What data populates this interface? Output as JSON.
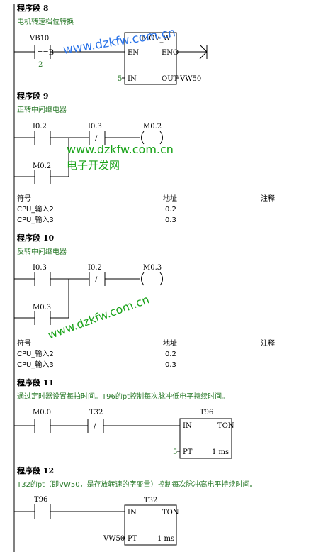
{
  "segments": {
    "s8": {
      "title": "程序段 8",
      "comment": "电机转速档位转换"
    },
    "s9": {
      "title": "程序段 9",
      "comment": "正转中间继电器"
    },
    "s10": {
      "title": "程序段 10",
      "comment": "反转中间继电器"
    },
    "s11": {
      "title": "程序段 11",
      "comment": "通过定时器设置每拍时间。T96的pt控制每次脉冲低电平持续时间。"
    },
    "s12": {
      "title": "程序段 12",
      "comment": "T32的pt（即VW50，是存放转速的字变量）控制每次脉冲高电平持续时间。"
    }
  },
  "s8": {
    "contact_addr": "VB10",
    "contact_op": "==B",
    "contact_value": "2",
    "block_name": "MOV_W",
    "en": "EN",
    "eno": "ENO",
    "in": "IN",
    "out": "OUT",
    "in_value": "5",
    "out_value": "VW50"
  },
  "s9": {
    "c1": "I0.2",
    "c2": "I0.3",
    "coil": "M0.2",
    "parallel": "M0.2",
    "not_sym": "/",
    "table": {
      "headers": [
        "符号",
        "地址",
        "注释"
      ],
      "rows": [
        [
          "CPU_输入2",
          "I0.2",
          ""
        ],
        [
          "CPU_输入3",
          "I0.3",
          ""
        ]
      ]
    }
  },
  "s10": {
    "c1": "I0.3",
    "c2": "I0.2",
    "coil": "M0.3",
    "parallel": "M0.3",
    "not_sym": "/",
    "table": {
      "headers": [
        "符号",
        "地址",
        "注释"
      ],
      "rows": [
        [
          "CPU_输入2",
          "I0.2",
          ""
        ],
        [
          "CPU_输入3",
          "I0.3",
          ""
        ]
      ]
    }
  },
  "s11": {
    "c1": "M0.0",
    "c2": "T32",
    "not_sym": "/",
    "timer": "T96",
    "in": "IN",
    "type": "TON",
    "pt": "PT",
    "pt_value": "5",
    "unit": "1 ms"
  },
  "s12": {
    "c1": "T96",
    "timer": "T32",
    "in": "IN",
    "type": "TON",
    "pt": "PT",
    "pt_value": "VW50",
    "unit": "1 ms"
  },
  "watermarks": {
    "url": "www.dzkfw.com.cn",
    "cn": "电子开发网"
  },
  "colors": {
    "comment": "#2a7a2a",
    "watermark_blue": "#2a73e8",
    "watermark_green": "#19a319"
  }
}
